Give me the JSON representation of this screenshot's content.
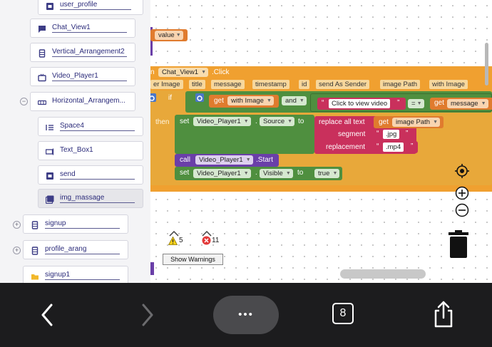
{
  "components": [
    {
      "label": "user_profile",
      "icon": "button-icon"
    },
    {
      "label": "Chat_View1",
      "icon": "chat-icon"
    },
    {
      "label": "Vertical_Arrangement2",
      "icon": "vertical-arrangement-icon"
    },
    {
      "label": "Video_Player1",
      "icon": "video-icon"
    },
    {
      "label": "Horizontal_Arrangem...",
      "icon": "horizontal-arrangement-icon"
    },
    {
      "label": "Space4",
      "icon": "space-icon"
    },
    {
      "label": "Text_Box1",
      "icon": "textbox-icon"
    },
    {
      "label": "send",
      "icon": "button-icon"
    },
    {
      "label": "img_massage",
      "icon": "image-icon"
    },
    {
      "label": "signup",
      "icon": "vertical-arrangement-icon"
    },
    {
      "label": "profile_arang",
      "icon": "vertical-arrangement-icon"
    },
    {
      "label": "signup1",
      "icon": "folder-icon"
    }
  ],
  "blocks": {
    "value_label": "value",
    "event_when": "n",
    "event_component": "Chat_View1",
    "event_name": ".Click",
    "params": [
      "er Image",
      "title",
      "message",
      "timestamp",
      "id",
      "send As Sender",
      "image Path",
      "with Image"
    ],
    "if_label": "if",
    "then_label": "then",
    "get_label": "get",
    "get_with_image": "with Image",
    "and_label": "and",
    "text_click": "Click to view video",
    "eq_label": "=",
    "get_message": "message",
    "set_label": "set",
    "set_component": "Video_Player1",
    "dot": ".",
    "prop_source": "Source",
    "to_label": "to",
    "replace_all_text": "replace all text",
    "get_image_path": "image Path",
    "segment_label": "segment",
    "segment_value": ".jpg",
    "replacement_label": "replacement",
    "replacement_value": ".mp4",
    "call_label": "call",
    "call_component": "Video_Player1",
    "call_method": ".Start",
    "prop_visible": "Visible",
    "true_value": "true",
    "quote_open": "“",
    "quote_close": "”"
  },
  "warnings": {
    "warn_count": "5",
    "error_count": "11",
    "show_warnings_label": "Show Warnings"
  },
  "nav": {
    "more_label": "•••",
    "tab_count": "8"
  },
  "colors": {
    "event": "#f0a030",
    "control": "#e8a83a",
    "logic": "#4f8f3f",
    "component_setter": "#4f8f3f",
    "text": "#c9305c",
    "variable": "#e07b2e",
    "call": "#6a3fa8",
    "tree_label": "#2b2b7a"
  }
}
